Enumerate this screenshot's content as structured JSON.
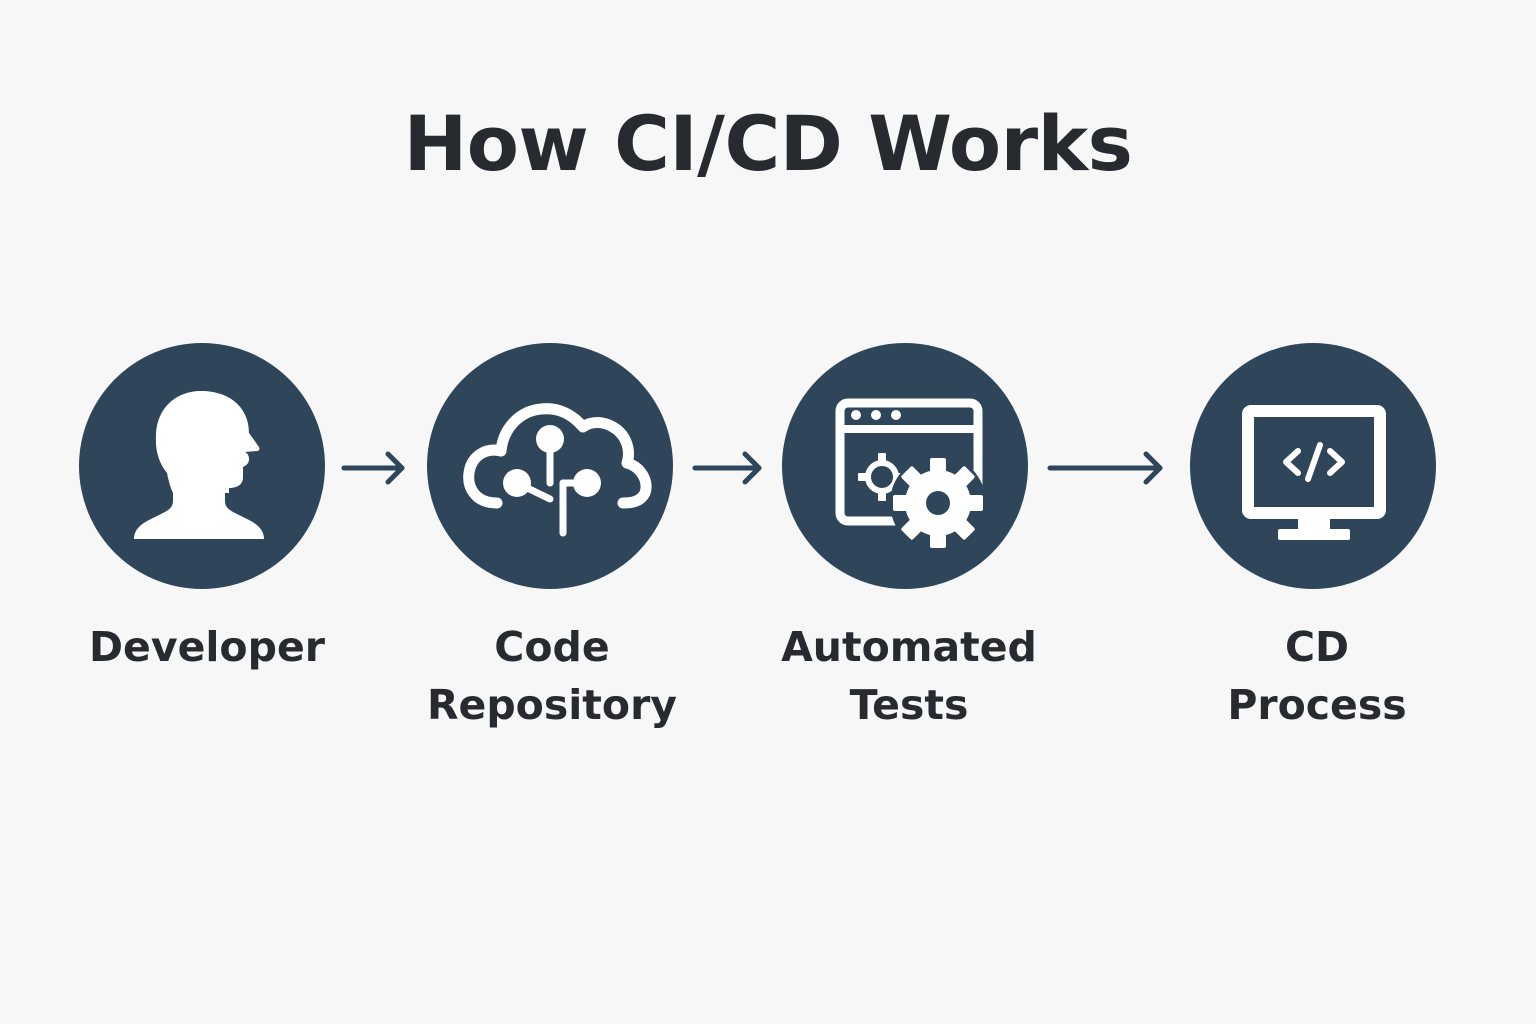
{
  "title": "How CI/CD Works",
  "colors": {
    "background": "#f7f7f7",
    "circle": "#2e455a",
    "icon": "#ffffff",
    "text": "#272b30",
    "arrow": "#2e455a"
  },
  "steps": [
    {
      "icon": "person-icon",
      "label_lines": [
        "Developer"
      ]
    },
    {
      "icon": "cloud-repository-icon",
      "label_lines": [
        "Code",
        "Repository"
      ]
    },
    {
      "icon": "browser-gear-icon",
      "label_lines": [
        "Automated",
        "Tests"
      ]
    },
    {
      "icon": "monitor-code-icon",
      "label_lines": [
        "CD",
        "Process"
      ]
    }
  ]
}
